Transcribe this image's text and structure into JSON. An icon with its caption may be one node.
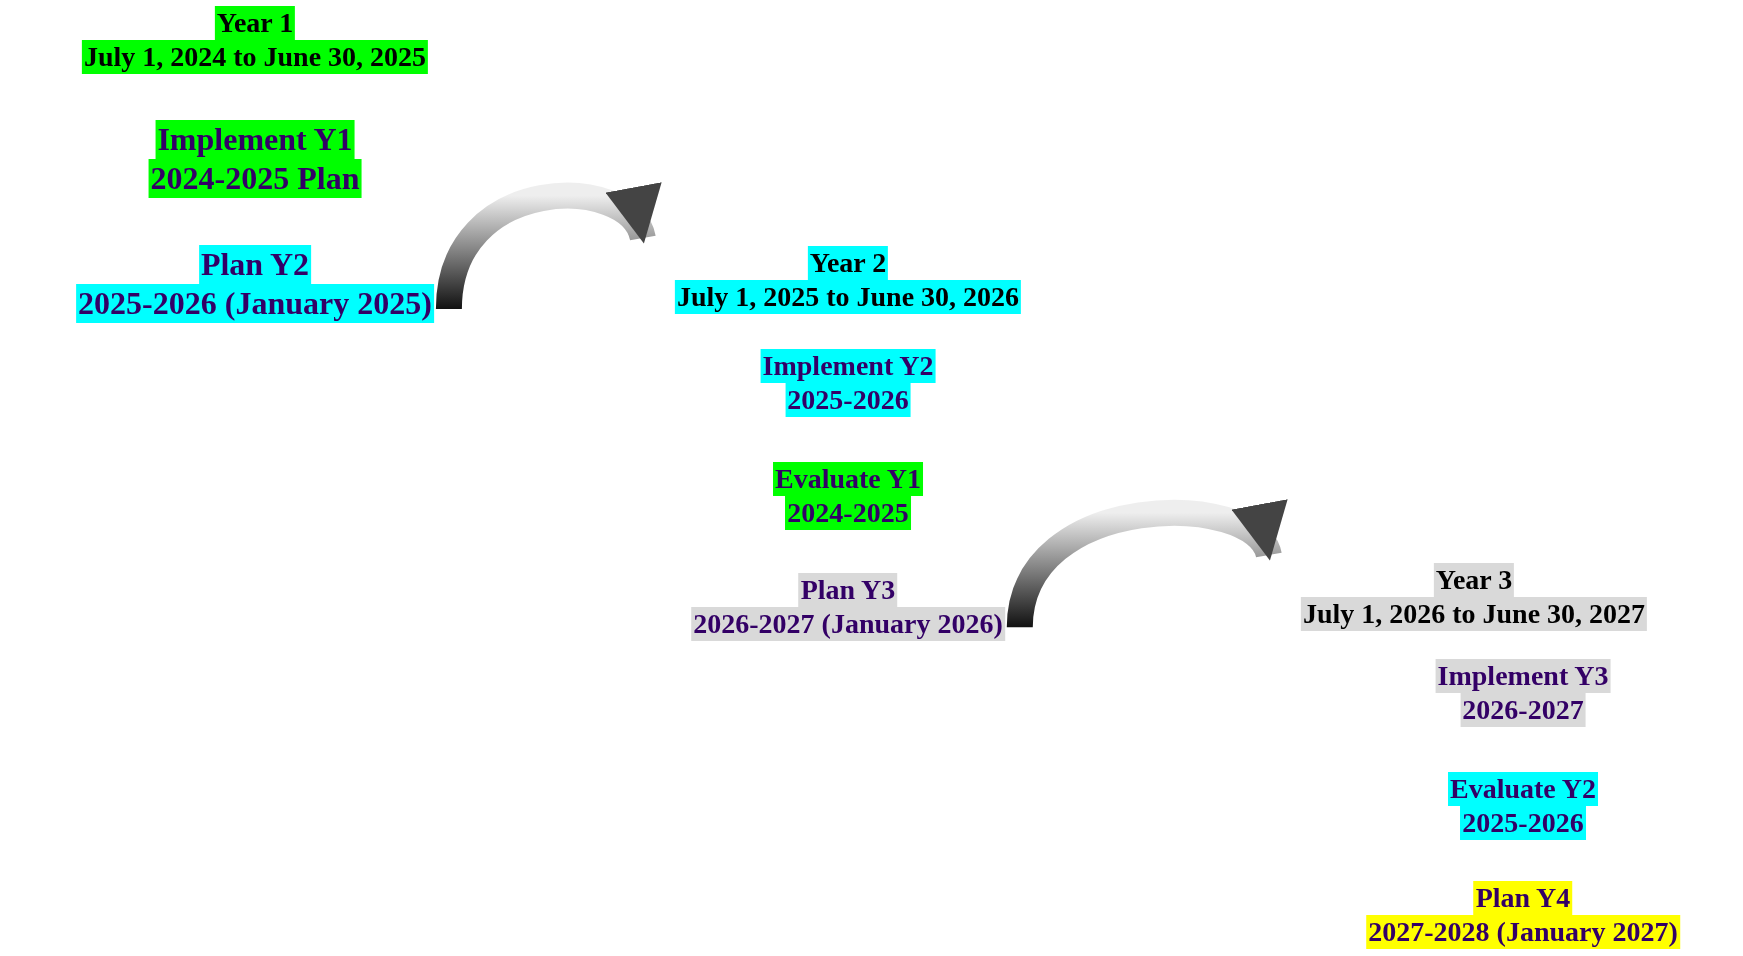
{
  "diagram": {
    "nodes": [
      {
        "text": [
          "Year 1",
          "July 1, 2024 to June 30, 2025"
        ]
      },
      {
        "text": [
          "Implement Y1",
          "2024-2025 Plan"
        ]
      },
      {
        "text": [
          "Plan Y2",
          "2025-2026 (January 2025)"
        ]
      },
      {
        "text": [
          "Year 2",
          "July 1, 2025 to June 30, 2026"
        ]
      },
      {
        "text": [
          "Implement Y2",
          "2025-2026"
        ]
      },
      {
        "text": [
          "Evaluate Y1",
          "2024-2025"
        ]
      },
      {
        "text": [
          "Plan Y3",
          "2026-2027 (January 2026)"
        ]
      },
      {
        "text": [
          "Year 3",
          "July 1, 2026 to June 30, 2027"
        ]
      },
      {
        "text": [
          "Implement Y3",
          "2026-2027"
        ]
      },
      {
        "text": [
          "Evaluate Y2",
          "2025-2026"
        ]
      },
      {
        "text": [
          "Plan Y4",
          "2027-2028 (January 2027)"
        ]
      }
    ],
    "edges": [
      {
        "from": 2,
        "to": 3,
        "arrow": "to"
      },
      {
        "from": 6,
        "to": 7,
        "arrow": "to"
      }
    ]
  }
}
